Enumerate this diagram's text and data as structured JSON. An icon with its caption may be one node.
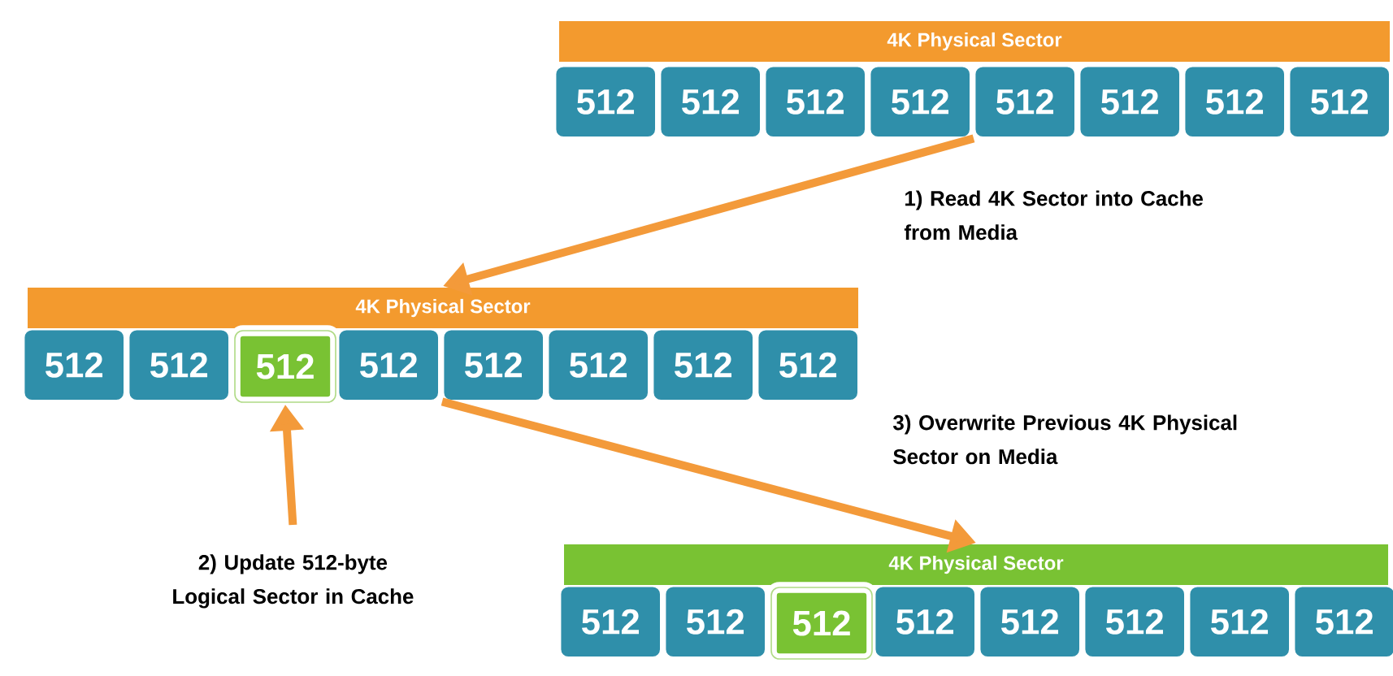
{
  "diagram": {
    "nodes": [
      {
        "text": [
          "4K Physical Sector"
        ]
      },
      {
        "text": [
          "512"
        ]
      },
      {
        "text": [
          "512"
        ]
      },
      {
        "text": [
          "512"
        ]
      },
      {
        "text": [
          "512"
        ]
      },
      {
        "text": [
          "512"
        ]
      },
      {
        "text": [
          "512"
        ]
      },
      {
        "text": [
          "512"
        ]
      },
      {
        "text": [
          "512"
        ]
      },
      {
        "text": [
          "4K Physical Sector"
        ]
      },
      {
        "text": [
          "512"
        ]
      },
      {
        "text": [
          "512"
        ]
      },
      {
        "text": [
          "512"
        ]
      },
      {
        "text": [
          "512"
        ]
      },
      {
        "text": [
          "512"
        ]
      },
      {
        "text": [
          "512"
        ]
      },
      {
        "text": [
          "512"
        ]
      },
      {
        "text": [
          "512"
        ]
      },
      {
        "text": [
          "2) Update 512-byte Logical Sector in Cache"
        ]
      },
      {
        "text": [
          "4K Physical Sector"
        ]
      },
      {
        "text": [
          "512"
        ]
      },
      {
        "text": [
          "512"
        ]
      },
      {
        "text": [
          "512"
        ]
      },
      {
        "text": [
          "512"
        ]
      },
      {
        "text": [
          "512"
        ]
      },
      {
        "text": [
          "512"
        ]
      },
      {
        "text": [
          "512"
        ]
      },
      {
        "text": [
          "512"
        ]
      }
    ],
    "edges": [
      {
        "from": 5,
        "to": 9,
        "arrow": "to",
        "label": "1) Read 4K Sector into Cache from Media"
      },
      {
        "from": 18,
        "to": 12,
        "arrow": "to"
      },
      {
        "from": 14,
        "to": 19,
        "arrow": "to",
        "label": "3) Overwrite Previous 4K Physical Sector on Media"
      }
    ]
  }
}
